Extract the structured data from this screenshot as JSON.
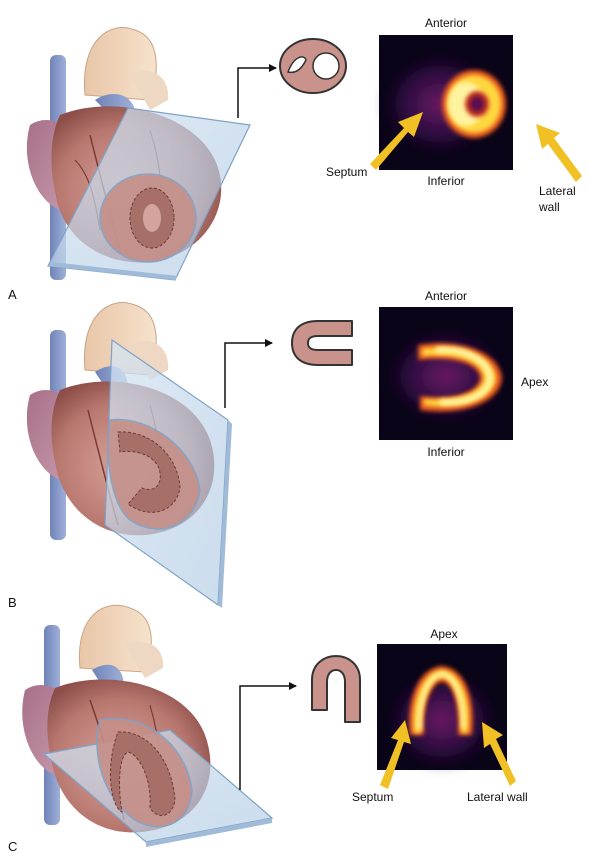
{
  "panels": [
    {
      "letter": "A",
      "labels": {
        "top": "Anterior",
        "bottom": "Inferior",
        "left_arrow": "Septum",
        "right_arrow_line1": "Lateral",
        "right_arrow_line2": "wall"
      }
    },
    {
      "letter": "B",
      "labels": {
        "top": "Anterior",
        "bottom": "Inferior",
        "right": "Apex"
      }
    },
    {
      "letter": "C",
      "labels": {
        "top": "Apex",
        "left_arrow": "Septum",
        "right_arrow": "Lateral wall"
      }
    }
  ],
  "colors": {
    "myocardium_icon": "#c9938c",
    "arrow_yellow": "#f0c024",
    "scan_background": "#0a0418",
    "plane": "#b8d0e6"
  }
}
